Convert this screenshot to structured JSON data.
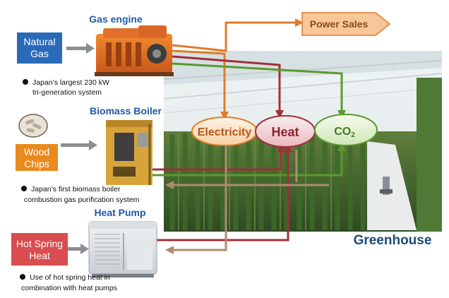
{
  "sources": {
    "natural_gas": "Natural Gas",
    "wood_chips": "Wood Chips",
    "hot_spring_heat": "Hot Spring Heat"
  },
  "equipment": {
    "gas_engine": {
      "title": "Gas engine",
      "note_line1": "Japan’s largest 230 kW",
      "note_line2": "tri-generation system"
    },
    "biomass_boiler": {
      "title": "Biomass Boiler",
      "note_line1": "Japan’s first biomass boiler",
      "note_line2": "combustion gas purification system"
    },
    "heat_pump": {
      "title": "Heat Pump",
      "note_line1": "Use of hot spring heat in",
      "note_line2": "combination with heat pumps"
    }
  },
  "outputs": {
    "power_sales": "Power Sales",
    "electricity": "Electricity",
    "heat": "Heat",
    "co2_main": "CO",
    "co2_sub": "2"
  },
  "greenhouse_label": "Greenhouse",
  "colors": {
    "electricity_flow": "#e07b28",
    "heat_flow": "#a0303a",
    "co2_flow": "#5a9a2e",
    "return_flow": "#b08a72",
    "natural_gas_box": "#2a6ab8",
    "wood_chips_box": "#e98a1e",
    "hot_spring_box": "#d94c4f",
    "power_sales_box": "#f7c79a",
    "greenhouse_text": "#1f4a7a"
  }
}
